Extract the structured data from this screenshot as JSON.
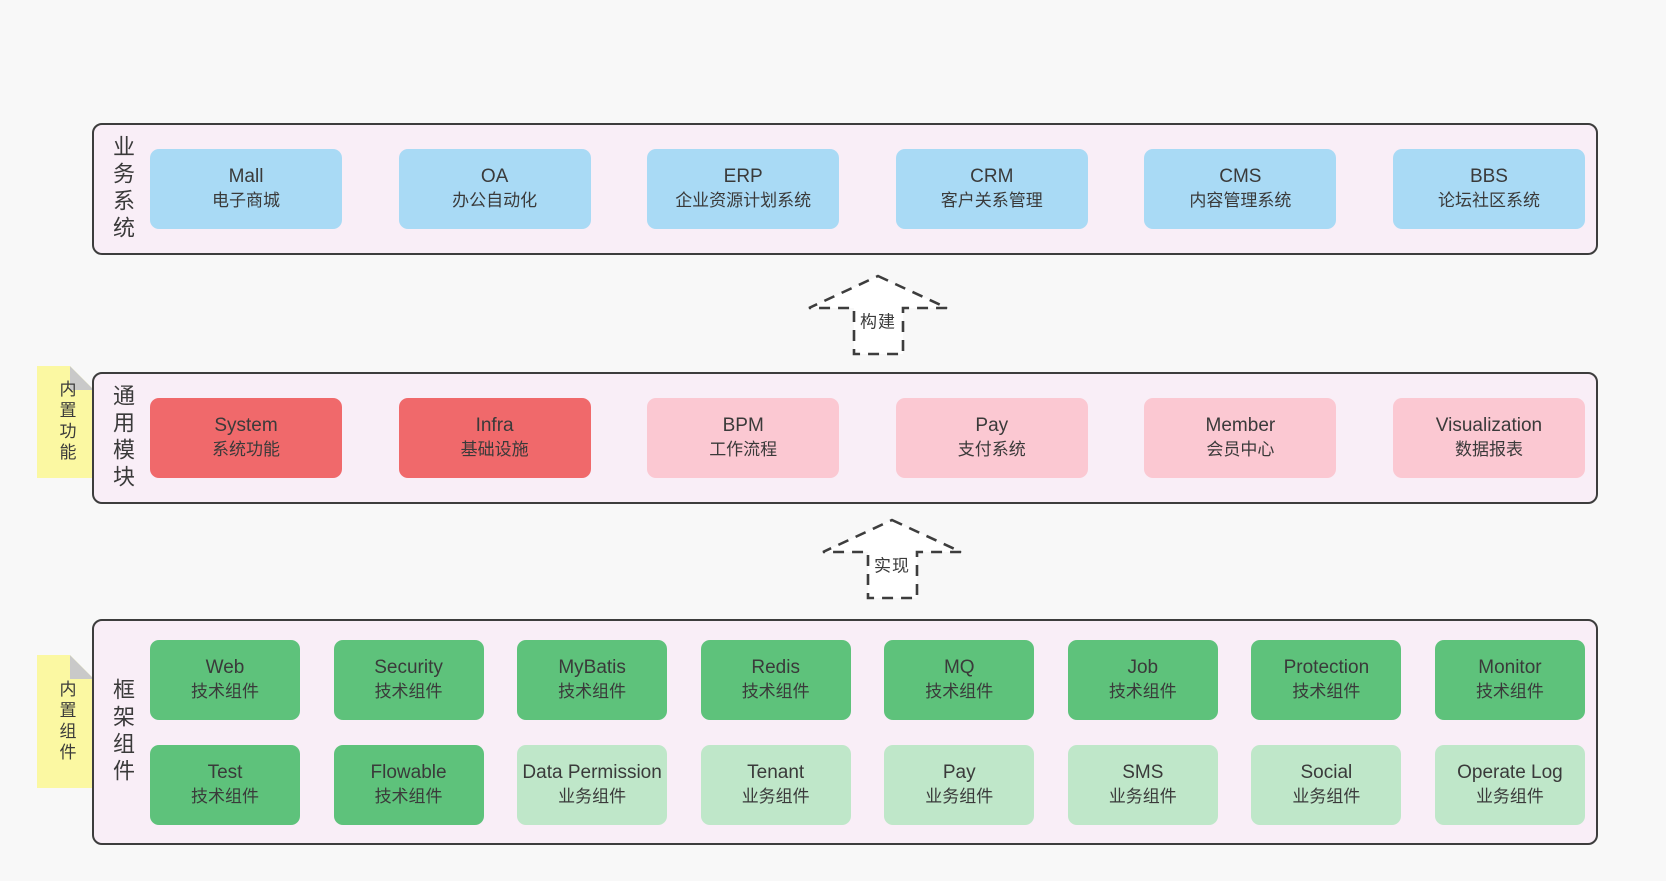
{
  "colors": {
    "pageBg": "#f8f8f8",
    "containerBg": "#f9eef7",
    "border": "#3d3d3d",
    "text": "#3a3a3a",
    "blue": "#a9daf5",
    "red": "#f0696b",
    "pink": "#fbc8d2",
    "green": "#5ec27b",
    "lightGreen": "#bfe7c9",
    "stickyYellow": "#fbf8a2",
    "stickyFold": "#c9c9c9",
    "arrowFill": "#ffffff"
  },
  "layers": [
    {
      "label": "业务系统",
      "rows": [
        [
          {
            "name": "Mall",
            "desc": "电子商城",
            "type": "blue"
          },
          {
            "name": "OA",
            "desc": "办公自动化",
            "type": "blue"
          },
          {
            "name": "ERP",
            "desc": "企业资源计划系统",
            "type": "blue"
          },
          {
            "name": "CRM",
            "desc": "客户关系管理",
            "type": "blue"
          },
          {
            "name": "CMS",
            "desc": "内容管理系统",
            "type": "blue"
          },
          {
            "name": "BBS",
            "desc": "论坛社区系统",
            "type": "blue"
          }
        ]
      ]
    },
    {
      "label": "通用模块",
      "rows": [
        [
          {
            "name": "System",
            "desc": "系统功能",
            "type": "red"
          },
          {
            "name": "Infra",
            "desc": "基础设施",
            "type": "red"
          },
          {
            "name": "BPM",
            "desc": "工作流程",
            "type": "pink"
          },
          {
            "name": "Pay",
            "desc": "支付系统",
            "type": "pink"
          },
          {
            "name": "Member",
            "desc": "会员中心",
            "type": "pink"
          },
          {
            "name": "Visualization",
            "desc": "数据报表",
            "type": "pink"
          }
        ]
      ]
    },
    {
      "label": "框架组件",
      "rows": [
        [
          {
            "name": "Web",
            "desc": "技术组件",
            "type": "green"
          },
          {
            "name": "Security",
            "desc": "技术组件",
            "type": "green"
          },
          {
            "name": "MyBatis",
            "desc": "技术组件",
            "type": "green"
          },
          {
            "name": "Redis",
            "desc": "技术组件",
            "type": "green"
          },
          {
            "name": "MQ",
            "desc": "技术组件",
            "type": "green"
          },
          {
            "name": "Job",
            "desc": "技术组件",
            "type": "green"
          },
          {
            "name": "Protection",
            "desc": "技术组件",
            "type": "green"
          },
          {
            "name": "Monitor",
            "desc": "技术组件",
            "type": "green"
          }
        ],
        [
          {
            "name": "Test",
            "desc": "技术组件",
            "type": "green"
          },
          {
            "name": "Flowable",
            "desc": "技术组件",
            "type": "green"
          },
          {
            "name": "Data Permission",
            "desc": "业务组件",
            "type": "lightGreen"
          },
          {
            "name": "Tenant",
            "desc": "业务组件",
            "type": "lightGreen"
          },
          {
            "name": "Pay",
            "desc": "业务组件",
            "type": "lightGreen"
          },
          {
            "name": "SMS",
            "desc": "业务组件",
            "type": "lightGreen"
          },
          {
            "name": "Social",
            "desc": "业务组件",
            "type": "lightGreen"
          },
          {
            "name": "Operate Log",
            "desc": "业务组件",
            "type": "lightGreen"
          }
        ]
      ]
    }
  ],
  "arrows": [
    {
      "label": "构建"
    },
    {
      "label": "实现"
    }
  ],
  "stickies": [
    {
      "text": "内置功能"
    },
    {
      "text": "内置组件"
    }
  ]
}
